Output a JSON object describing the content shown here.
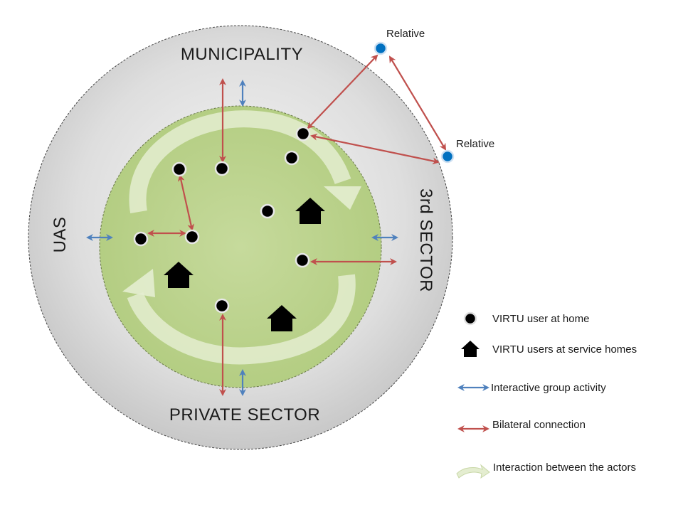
{
  "sectors": {
    "top": "MUNICIPALITY",
    "bottom": "PRIVATE SECTOR",
    "left": "UAS",
    "right": "3rd SECTOR"
  },
  "relatives": [
    "Relative",
    "Relative"
  ],
  "legend": {
    "user_home": "VIRTU user at home",
    "service_homes": "VIRTU users at service homes",
    "group_activity": "Interactive group activity",
    "bilateral": "Bilateral connection",
    "interaction": "Interaction between the actors"
  },
  "colors": {
    "outer_circle": "#d9d9d9",
    "inner_circle": "#bcd38f",
    "bilateral_arrow": "#c0504d",
    "group_arrow": "#4f81bd",
    "relative_dot": "#0070c0",
    "interaction_arrow": "#e4edd0"
  }
}
